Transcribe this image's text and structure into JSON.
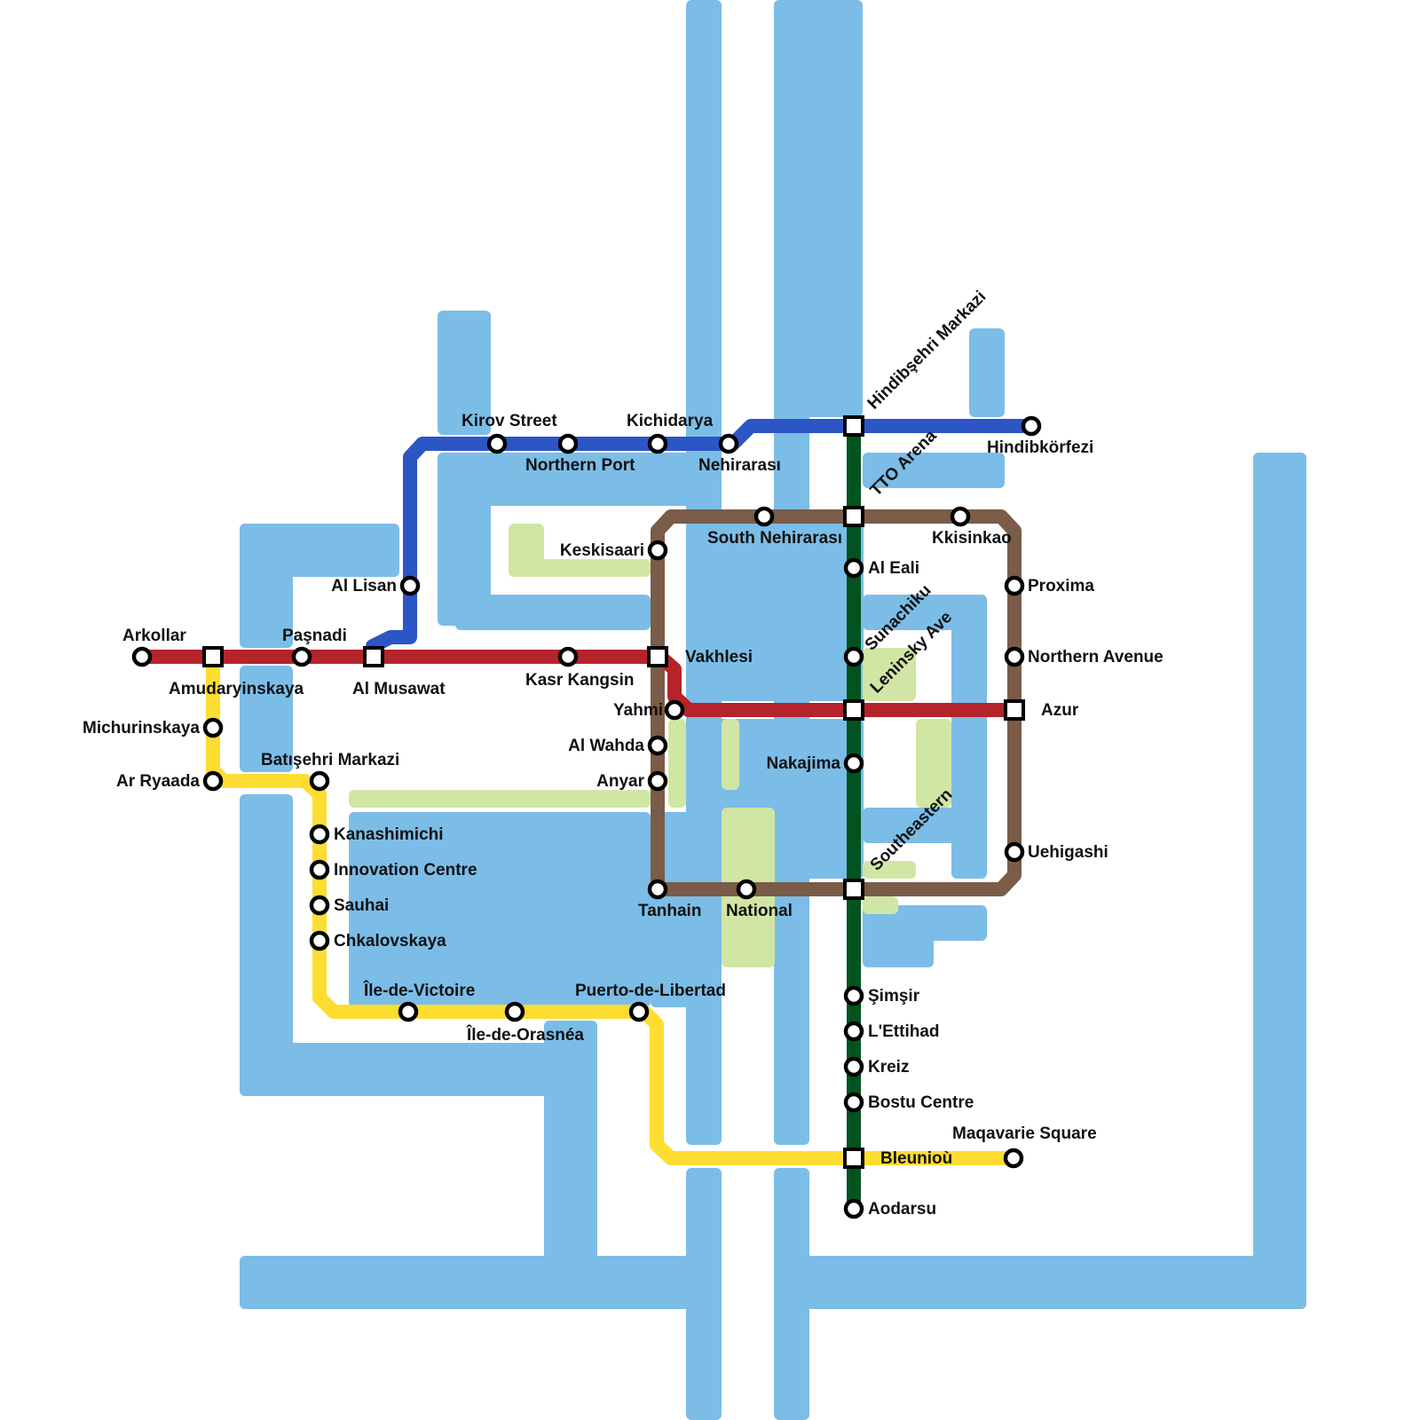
{
  "colors": {
    "water": "#7bbde7",
    "park": "#d1e6a4",
    "red_line": "#b5232b",
    "blue_line": "#2c55c6",
    "yellow_line": "#fddd32",
    "brown_line": "#7a5c48",
    "green_line": "#03531f"
  },
  "lines": [
    {
      "id": "red",
      "color": "#b5232b"
    },
    {
      "id": "blue",
      "color": "#2c55c6"
    },
    {
      "id": "yellow",
      "color": "#fddd32"
    },
    {
      "id": "brown",
      "color": "#7a5c48"
    },
    {
      "id": "green",
      "color": "#03531f"
    }
  ],
  "stations": {
    "arkollar": "Arkollar",
    "amudaryinskaya": "Amudaryinskaya",
    "pasnadi": "Paşnadi",
    "al_musawat": "Al Musawat",
    "kasr_kangsin": "Kasr Kangsin",
    "vakhlesi": "Vakhlesi",
    "yahmi": "Yahmi",
    "azur": "Azur",
    "al_lisan": "Al Lisan",
    "kirov_street": "Kirov Street",
    "northern_port": "Northern Port",
    "kichidarya": "Kichidarya",
    "nehirarasi": "Nehirarası",
    "hindibsehri_markazi": "Hindibşehri Markazi",
    "hindibkorfezi": "Hindibkörfezi",
    "michurinskaya": "Michurinskaya",
    "ar_ryaada": "Ar Ryaada",
    "batisehri_markazi": "Batışehri Markazi",
    "kanashimichi": "Kanashimichi",
    "innovation_centre": "Innovation Centre",
    "sauhai": "Sauhai",
    "chkalovskaya": "Chkalovskaya",
    "ile_de_victoire": "Île-de-Victoire",
    "ile_de_orasnea": "Île-de-Orasnéa",
    "puerto_de_libertad": "Puerto-de-Libertad",
    "bleuniou": "Bleunioù",
    "maqavarie_square": "Maqavarie Square",
    "keskisaari": "Keskisaari",
    "south_nehirarasi": "South Nehirarası",
    "tto_arena": "TTO Arena",
    "kkisinkao": "Kkisinkao",
    "proxima": "Proxima",
    "northern_avenue": "Northern Avenue",
    "uehigashi": "Uehigashi",
    "southeastern": "Southeastern",
    "national": "National",
    "tanhain": "Tanhain",
    "al_wahda": "Al Wahda",
    "anyar": "Anyar",
    "al_eali": "Al Eali",
    "sunachiku": "Sunachiku",
    "leninsky_ave": "Leninsky Ave",
    "nakajima": "Nakajima",
    "simsir": "Şimşir",
    "l_ettihad": "L'Ettihad",
    "kreiz": "Kreiz",
    "bostu_centre": "Bostu Centre",
    "aodarsu": "Aodarsu"
  }
}
